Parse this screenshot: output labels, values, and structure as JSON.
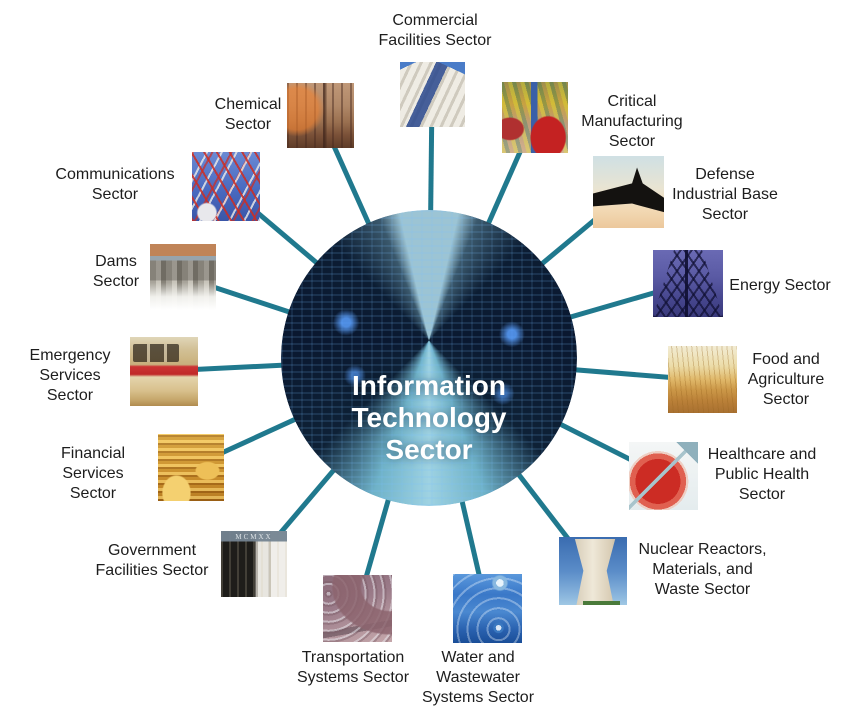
{
  "diagram": {
    "title": "Information Technology Sector dependencies",
    "colors": {
      "spoke": "#20798e",
      "label_text": "#1d1d1d",
      "center_text": "#ffffff"
    },
    "center": {
      "title": "Information\nTechnology\nSector",
      "photo": "server-room-photo"
    },
    "sectors": [
      {
        "id": "commercial-facilities",
        "label": "Commercial\nFacilities Sector",
        "photo": "high-rise-building-photo",
        "label_position": "above"
      },
      {
        "id": "critical-manufacturing",
        "label": "Critical\nManufacturing\nSector",
        "photo": "auto-assembly-line-photo",
        "label_position": "right"
      },
      {
        "id": "defense-industrial-base",
        "label": "Defense\nIndustrial Base\nSector",
        "photo": "stealth-aircraft-photo",
        "label_position": "right"
      },
      {
        "id": "energy",
        "label": "Energy Sector",
        "photo": "transmission-tower-photo",
        "label_position": "right"
      },
      {
        "id": "food-and-agriculture",
        "label": "Food and\nAgriculture\nSector",
        "photo": "wheat-field-photo",
        "label_position": "right"
      },
      {
        "id": "healthcare-and-public-health",
        "label": "Healthcare and\nPublic Health\nSector",
        "photo": "petri-dish-photo",
        "label_position": "right"
      },
      {
        "id": "nuclear-reactors-materials-waste",
        "label": "Nuclear Reactors,\nMaterials, and\nWaste Sector",
        "photo": "cooling-tower-photo",
        "label_position": "right"
      },
      {
        "id": "water-and-wastewater-systems",
        "label": "Water and\nWastewater\nSystems Sector",
        "photo": "water-droplet-photo",
        "label_position": "below"
      },
      {
        "id": "transportation-systems",
        "label": "Transportation\nSystems Sector",
        "photo": "highway-traffic-photo",
        "label_position": "below"
      },
      {
        "id": "government-facilities",
        "label": "Government\nFacilities Sector",
        "photo": "government-building-photo",
        "inscription": "MCMXX",
        "label_position": "left"
      },
      {
        "id": "financial-services",
        "label": "Financial\nServices Sector",
        "photo": "gold-coins-photo",
        "label_position": "left"
      },
      {
        "id": "emergency-services",
        "label": "Emergency\nServices Sector",
        "photo": "ambulance-photo",
        "label_position": "left"
      },
      {
        "id": "dams",
        "label": "Dams\nSector",
        "photo": "dam-spillway-photo",
        "label_position": "left"
      },
      {
        "id": "communications",
        "label": "Communications\nSector",
        "photo": "radio-tower-photo",
        "label_position": "left"
      },
      {
        "id": "chemical",
        "label": "Chemical\nSector",
        "photo": "chemical-plant-photo",
        "label_position": "left"
      }
    ]
  }
}
